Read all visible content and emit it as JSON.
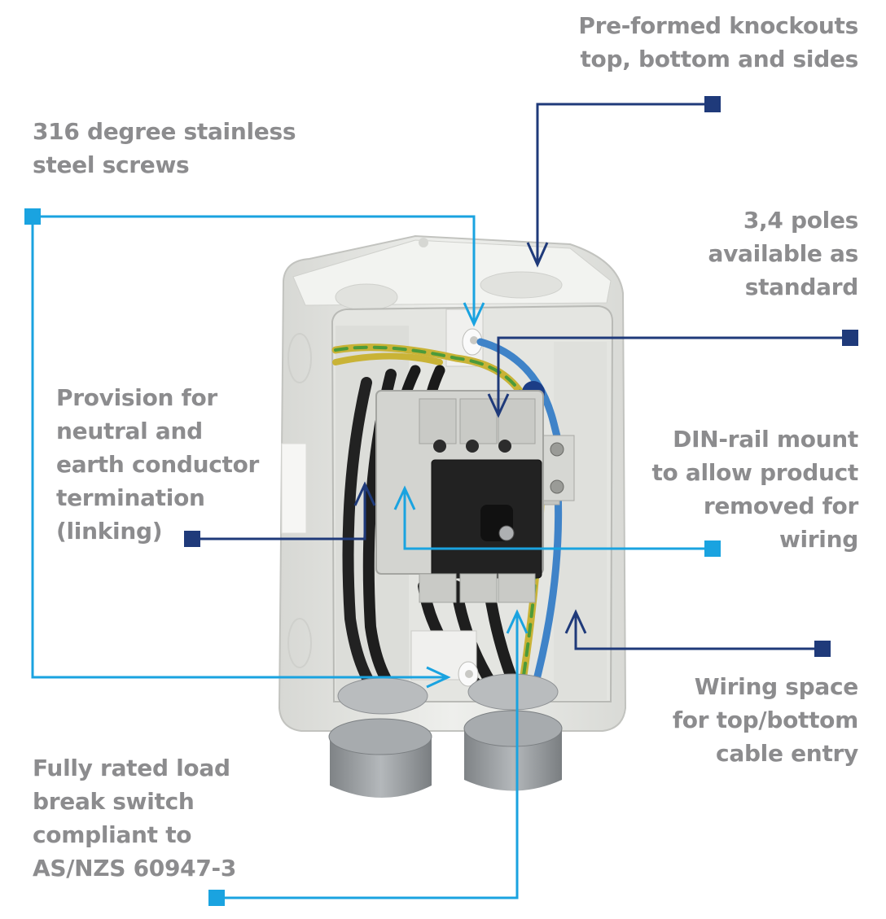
{
  "callouts": {
    "knockouts": {
      "lines": [
        "Pre-formed knockouts",
        "top, bottom and sides"
      ]
    },
    "screws": {
      "lines": [
        "316 degree stainless",
        "steel screws"
      ]
    },
    "poles": {
      "lines": [
        "3,4 poles",
        "available as",
        "standard"
      ]
    },
    "neutral": {
      "lines": [
        "Provision for",
        "neutral and",
        "earth conductor",
        "termination",
        "(linking)"
      ]
    },
    "din": {
      "lines": [
        "DIN-rail mount",
        "to allow product",
        "removed for",
        "wiring"
      ]
    },
    "wiring_space": {
      "lines": [
        "Wiring space",
        "for top/bottom",
        "cable entry"
      ]
    },
    "load_break": {
      "lines": [
        "Fully rated load",
        "break switch",
        "compliant to",
        "AS/NZS 60947-3"
      ]
    }
  },
  "colors": {
    "text": "#8c8c8e",
    "dark_leader": "#1f3a7a",
    "light_leader": "#1aa3e0",
    "enclosure": "#e8e9e6",
    "switch_body": "#cfd0cc",
    "knob": "#1c1c1c",
    "gland": "#9fa3a6"
  }
}
